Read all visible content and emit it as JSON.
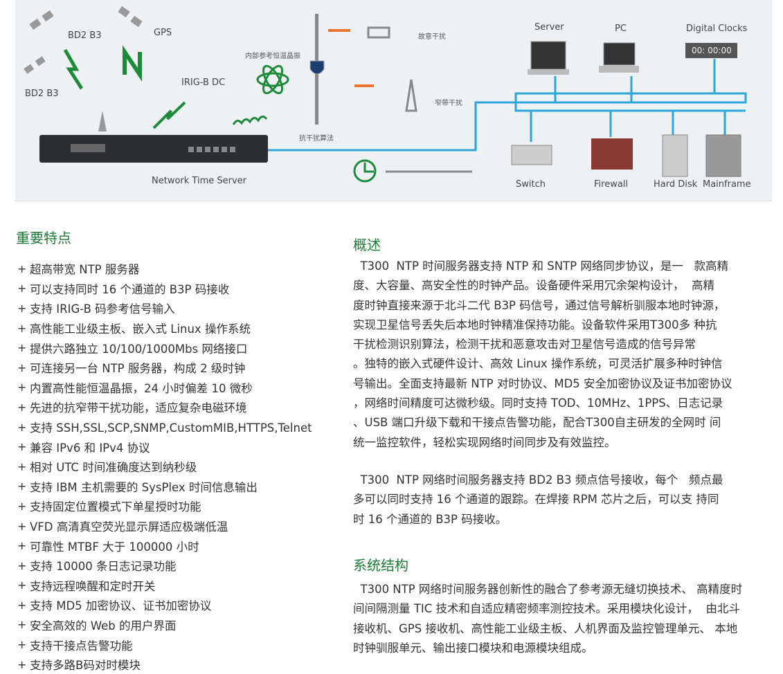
{
  "diagram": {
    "labels": {
      "bd2_b3_top": "BD2 B3",
      "gps": "GPS",
      "bd2_b3_bottom": "BD2 B3",
      "irig_b": "IRIG-B DC",
      "internal_osc": "内部参考恒温晶振",
      "anti_jam": "抗干扰算法",
      "fault_jam": "故意干扰",
      "narrowband_jam": "窄带干扰",
      "server_name": "Network Time Server",
      "server": "Server",
      "pc": "PC",
      "digital_clocks": "Digital Clocks",
      "clock_display": "00: 00:00",
      "switch": "Switch",
      "firewall": "Firewall",
      "hard_disk": "Hard Disk",
      "mainframe": "Mainframe"
    },
    "colors": {
      "network_line": "#2aa7d8",
      "green": "#1d8a3a",
      "orange": "#e8742f"
    }
  },
  "features": {
    "title": "重要特点",
    "items": [
      "超高带宽 NTP 服务器",
      "可以支持同时 16 个通道的 B3P 码接收",
      "支持 IRIG-B 码参考信号输入",
      "高性能工业级主板、嵌入式 Linux 操作系统",
      "提供六路独立 10/100/1000Mbs 网络接口",
      "可连接另一台 NTP 服务器，构成 2 级时钟",
      "内置高性能恒温晶振，24 小时偏差 10 微秒",
      "先进的抗窄带干扰功能，适应复杂电磁环境",
      "支持 SSH,SSL,SCP,SNMP,CustomMIB,HTTPS,Telnet",
      "兼容 IPv6 和 IPv4 协议",
      "相对 UTC 时间准确度达到纳秒级",
      "支持 IBM 主机需要的 SysPlex 时间信息输出",
      "支持固定位置模式下单星授时功能",
      "VFD 高清真空荧光显示屏适应极端低温",
      "可靠性 MTBF 大于 100000 小时",
      "支持 10000 条日志记录功能",
      "支持远程唤醒和定时开关",
      "支持 MD5 加密协议、证书加密协议",
      "安全高效的 Web 的用户界面",
      "支持干接点告警功能",
      "支持多路B码对时模块"
    ]
  },
  "overview": {
    "title": "概述",
    "para1": [
      "  T300  NTP 时间服务器支持 NTP 和 SNTP 网络同步协议，是一   款高精",
      "度、大容量、高安全性的时钟产品。设备硬件采用冗余架构设计，  高精",
      "度时钟直接来源于北斗二代 B3P 码信号，通过信号解析驯服本地时钟源，",
      "实现卫星信号丢失后本地时钟精准保持功能。设备软件采用T300多 种抗",
      "干扰检测识别算法，检测干扰和恶意攻击对卫星信号造成的信号异常",
      "。独特的嵌入式硬件设计、高效 Linux 操作系统，可灵活扩展多种时钟信",
      "号输出。全面支持最新 NTP 对时协议、MD5 安全加密协议及证书加密协议",
      "，网络时间精度可达微秒级。同时支持 TOD、10MHz、1PPS、日志记录",
      "、USB 端口升级下载和干接点告警功能，配合T300自主研发的全网时 间",
      "统一监控软件，轻松实现网络时间同步及有效监控。"
    ],
    "para2": [
      "  T300  NTP 网络时间服务器支持 BD2 B3 频点信号接收，每个   频点最",
      "多可以同时支持 16 个通道的跟踪。在焊接 RPM 芯片之后，可以支 持同",
      "时 16 个通道的 B3P 码接收。"
    ]
  },
  "architecture": {
    "title": "系统结构",
    "para": [
      "  T300 NTP 网络时间服务器创新性的融合了参考源无缝切换技术、 高精度时",
      "间间隔测量 TIC 技术和自适应精密频率测控技术。采用模块化设计，  由北斗",
      "接收机、GPS 接收机、高性能工业级主板、人机界面及监控管理单元、 本地",
      "时钟驯服单元、输出接口模块和电源模块组成。"
    ]
  }
}
